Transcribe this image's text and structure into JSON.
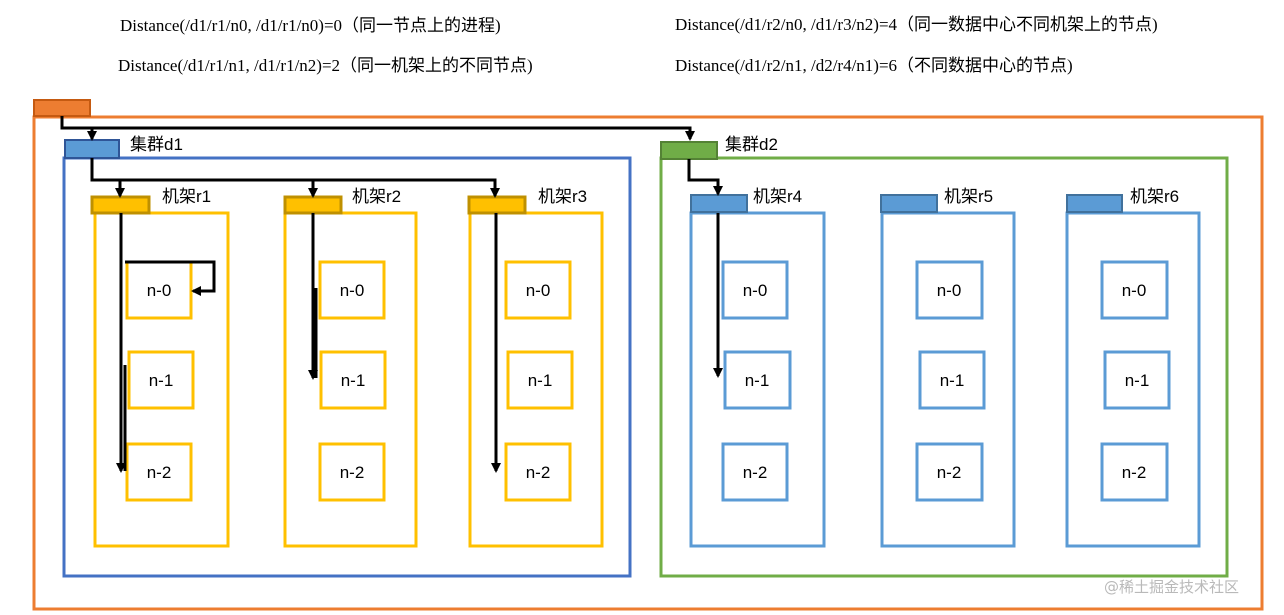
{
  "formulas": [
    "Distance(/d1/r1/n0, /d1/r1/n0)=0（同一节点上的进程)",
    "Distance(/d1/r1/n1, /d1/r1/n2)=2（同一机架上的不同节点)",
    "Distance(/d1/r2/n0, /d1/r3/n2)=4（同一数据中心不同机架上的节点)",
    "Distance(/d1/r2/n1, /d2/r4/n1)=6（不同数据中心的节点)"
  ],
  "clusters": [
    {
      "label": "集群d1",
      "racks": [
        {
          "label": "机架r1",
          "nodes": [
            "n-0",
            "n-1",
            "n-2"
          ]
        },
        {
          "label": "机架r2",
          "nodes": [
            "n-0",
            "n-1",
            "n-2"
          ]
        },
        {
          "label": "机架r3",
          "nodes": [
            "n-0",
            "n-1",
            "n-2"
          ]
        }
      ]
    },
    {
      "label": "集群d2",
      "racks": [
        {
          "label": "机架r4",
          "nodes": [
            "n-0",
            "n-1",
            "n-2"
          ]
        },
        {
          "label": "机架r5",
          "nodes": [
            "n-0",
            "n-1",
            "n-2"
          ]
        },
        {
          "label": "机架r6",
          "nodes": [
            "n-0",
            "n-1",
            "n-2"
          ]
        }
      ]
    }
  ],
  "watermark": "@稀土掘金技术社区",
  "colors": {
    "root": "#ED7D31",
    "d1": "#4472C4",
    "d1_switch": "#5B9BD5",
    "d2": "#70AD47",
    "rack_d1": "#FFC000",
    "rack_d1_switch_border": "#BF9000",
    "rack_d2": "#5B9BD5",
    "rack_d2_switch_border": "#41719C"
  }
}
